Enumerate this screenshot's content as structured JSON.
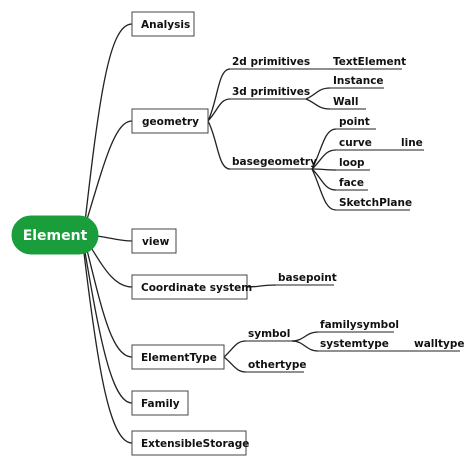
{
  "root": {
    "label": "Element"
  },
  "branches": {
    "analysis": "Analysis",
    "geometry": "geometry",
    "view": "view",
    "coordinate_system": "Coordinate system",
    "element_type": "ElementType",
    "family": "Family",
    "extensible_storage": "ExtensibleStorage"
  },
  "geometry_children": {
    "primitives_2d": "2d primitives",
    "text_element": "TextElement",
    "primitives_3d": "3d primitives",
    "instance": "Instance",
    "wall": "Wall",
    "basegeometry": "basegeometry",
    "point": "point",
    "curve": "curve",
    "line": "line",
    "loop": "loop",
    "face": "face",
    "sketch_plane": "SketchPlane"
  },
  "coordinate_children": {
    "basepoint": "basepoint"
  },
  "element_type_children": {
    "symbol": "symbol",
    "familysymbol": "familysymbol",
    "systemtype": "systemtype",
    "walltype": "walltype",
    "othertype": "othertype"
  },
  "colors": {
    "root_fill": "#1a9e3c",
    "root_text": "#ffffff",
    "line": "#222222",
    "box_border": "#444444"
  }
}
